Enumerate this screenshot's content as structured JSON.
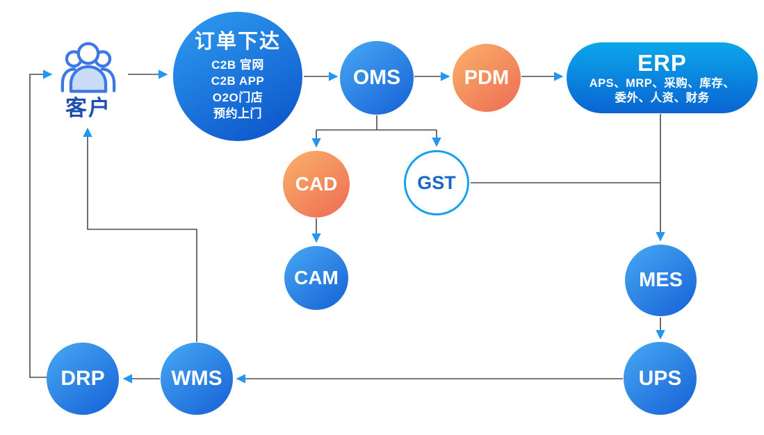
{
  "diagram": {
    "nodes": {
      "customer": {
        "label": "客户"
      },
      "order": {
        "title": "订单下达",
        "lines": [
          "C2B 官网",
          "C2B APP",
          "O2O门店",
          "预约上门"
        ]
      },
      "oms": {
        "label": "OMS"
      },
      "pdm": {
        "label": "PDM"
      },
      "erp": {
        "title": "ERP",
        "sub_line1": "APS、MRP、采购、库存、",
        "sub_line2": "委外、人资、财务"
      },
      "cad": {
        "label": "CAD"
      },
      "gst": {
        "label": "GST"
      },
      "cam": {
        "label": "CAM"
      },
      "mes": {
        "label": "MES"
      },
      "ups": {
        "label": "UPS"
      },
      "wms": {
        "label": "WMS"
      },
      "drp": {
        "label": "DRP"
      }
    },
    "edges": [
      {
        "from": "客户",
        "to": "订单下达"
      },
      {
        "from": "订单下达",
        "to": "OMS"
      },
      {
        "from": "OMS",
        "to": "PDM"
      },
      {
        "from": "PDM",
        "to": "ERP"
      },
      {
        "from": "OMS",
        "to": "CAD"
      },
      {
        "from": "OMS",
        "to": "GST"
      },
      {
        "from": "CAD",
        "to": "CAM"
      },
      {
        "from": "GST",
        "to": "ERP-MES line"
      },
      {
        "from": "ERP",
        "to": "MES"
      },
      {
        "from": "MES",
        "to": "UPS"
      },
      {
        "from": "UPS",
        "to": "WMS"
      },
      {
        "from": "WMS",
        "to": "DRP"
      },
      {
        "from": "WMS",
        "to": "客户"
      },
      {
        "from": "DRP",
        "to": "客户"
      }
    ]
  },
  "colors": {
    "blue_grad_start": "#47a9f2",
    "blue_grad_end": "#1660d6",
    "deep_blue_grad_start": "#2e9ef1",
    "deep_blue_grad_end": "#0b50c8",
    "erp_grad_start": "#0ba7ea",
    "erp_grad_end": "#0a64d2",
    "orange_grad_start": "#f9b269",
    "orange_grad_end": "#ee6b54",
    "gst_border": "#17a0ed",
    "gst_text": "#1766cb",
    "customer_text": "#1c4fb0",
    "customer_icon_stroke": "#3d78e5",
    "customer_icon_fill": "#c9ddf9",
    "connector": "#4a4a4a",
    "arrowhead": "#2196f3",
    "node_text": "#ffffff"
  }
}
